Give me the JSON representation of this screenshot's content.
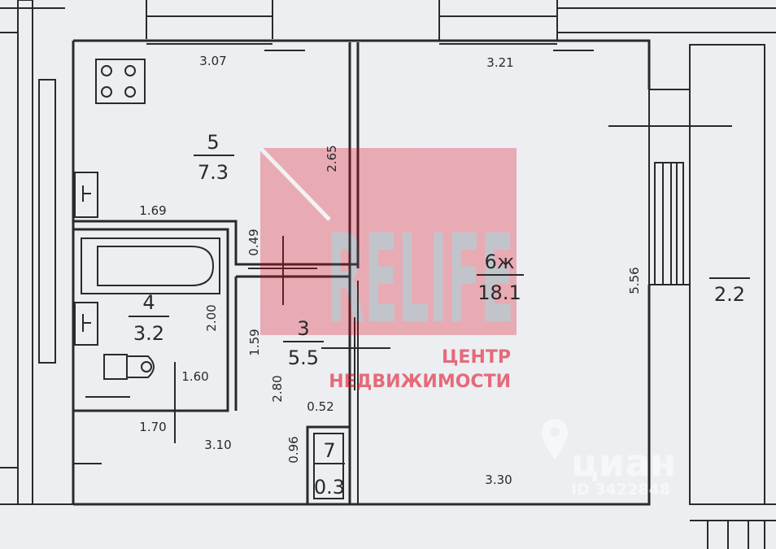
{
  "rooms": {
    "kitchen": {
      "number": "5",
      "area": "7.3"
    },
    "bathroom": {
      "number": "4",
      "area": "3.2"
    },
    "hall": {
      "number": "3",
      "area": "5.5"
    },
    "closet": {
      "number": "7",
      "area": "0.3"
    },
    "living": {
      "number": "6ж",
      "area": "18.1"
    },
    "balcony": {
      "area": "2.2"
    }
  },
  "dimensions": {
    "kitchen_top": "3.07",
    "living_top": "3.21",
    "kitchen_height": "2.65",
    "kitchen_bottom": "1.69",
    "corridor_gap": "0.49",
    "bath_height": "2.00",
    "hall_width": "1.59",
    "toilet_side": "1.60",
    "hall_height": "2.80",
    "closet_width": "0.52",
    "bath_bottom": "1.70",
    "hall_bottom": "3.10",
    "closet_height": "0.96",
    "living_bottom": "3.30",
    "living_height": "5.56"
  },
  "watermark": {
    "brand": "RELIFE",
    "line1": "ЦЕНТР",
    "line2": "НЕДВИЖИМОСТИ",
    "color": "#e0001a"
  },
  "cian": {
    "name": "циан",
    "id": "ID 3422848"
  },
  "colors": {
    "paper": "#eceef1",
    "ink": "#2a2a2a"
  }
}
